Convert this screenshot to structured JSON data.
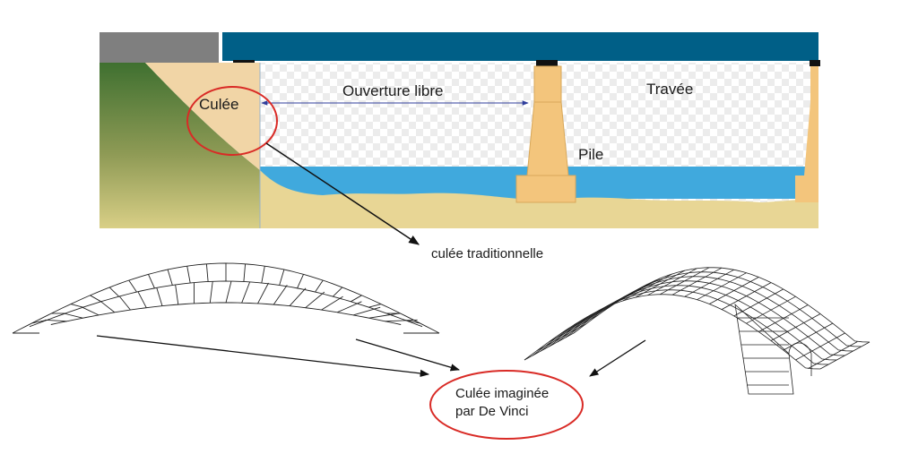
{
  "labels": {
    "abutment": "Culée",
    "clear_span": "Ouverture libre",
    "span": "Travée",
    "pier": "Pile",
    "traditional": "culée traditionnelle",
    "davinci_line1": "Culée imaginée",
    "davinci_line2": "par De Vinci"
  },
  "colors": {
    "deck": "#005f87",
    "road_block": "#7f7f7f",
    "bearing": "#111111",
    "pier": "#f3c57c",
    "abutment_fill": "#f1d5a6",
    "hill_top": "#3f7030",
    "hill_bottom": "#cfc580",
    "water": "#40a9dd",
    "riverbed": "#e8d695",
    "checker": "#e9e9e9",
    "clear_span_arrow": "#2f3e9c",
    "highlight_circle": "#d92b26",
    "pointer_arrow": "#111111",
    "arch_stroke": "#222222"
  }
}
